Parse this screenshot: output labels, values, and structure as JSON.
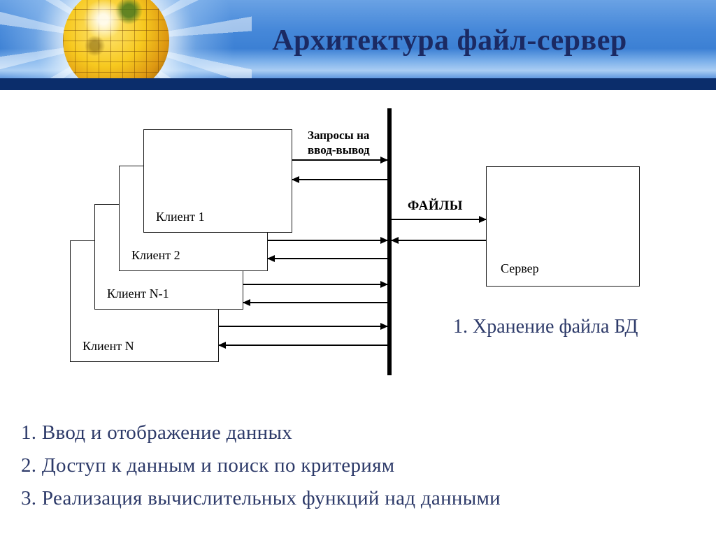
{
  "slide": {
    "title": "Архитектура файл-сервер"
  },
  "diagram": {
    "request_label": "Запросы на ввод-вывод",
    "files_label": "ФАЙЛЫ",
    "clients": [
      {
        "label": "Клиент 1"
      },
      {
        "label": "Клиент 2"
      },
      {
        "label": "Клиент N-1"
      },
      {
        "label": "Клиент N"
      }
    ],
    "server": {
      "label": "Сервер",
      "note": "1. Хранение файла БД"
    }
  },
  "notes": [
    "1. Ввод и отображение данных",
    "2. Доступ к данным и поиск по критериям",
    "3. Реализация вычислительных функций над данными"
  ],
  "colors": {
    "title": "#1b2a63",
    "notes": "#2d3a69",
    "header_bar": "#0b2d6b",
    "diagram_ink": "#000000",
    "globe_gold": "#f7c91f"
  }
}
